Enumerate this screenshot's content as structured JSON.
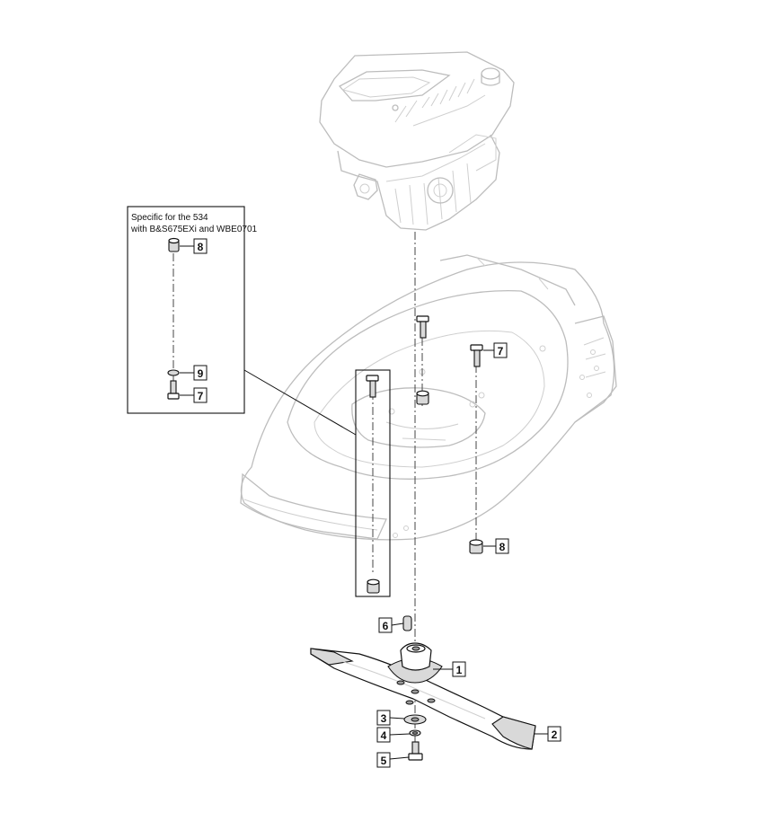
{
  "inset": {
    "line1": "Specific for the 534",
    "line2": "with B&S675EXi and WBE0701"
  },
  "callouts": [
    {
      "id": "c1",
      "label": "1",
      "part": "blade-adapter"
    },
    {
      "id": "c2",
      "label": "2",
      "part": "cutting-blade"
    },
    {
      "id": "c3",
      "label": "3",
      "part": "large-washer"
    },
    {
      "id": "c4",
      "label": "4",
      "part": "spring-washer"
    },
    {
      "id": "c5",
      "label": "5",
      "part": "blade-bolt"
    },
    {
      "id": "c6",
      "label": "6",
      "part": "key"
    },
    {
      "id": "c7a",
      "label": "7",
      "part": "engine-mount-bolt"
    },
    {
      "id": "c8a",
      "label": "8",
      "part": "spacer-nut"
    },
    {
      "id": "c8b",
      "label": "8",
      "part": "inset-spacer-nut"
    },
    {
      "id": "c9",
      "label": "9",
      "part": "inset-washer"
    },
    {
      "id": "c7b",
      "label": "7",
      "part": "inset-bolt"
    }
  ]
}
